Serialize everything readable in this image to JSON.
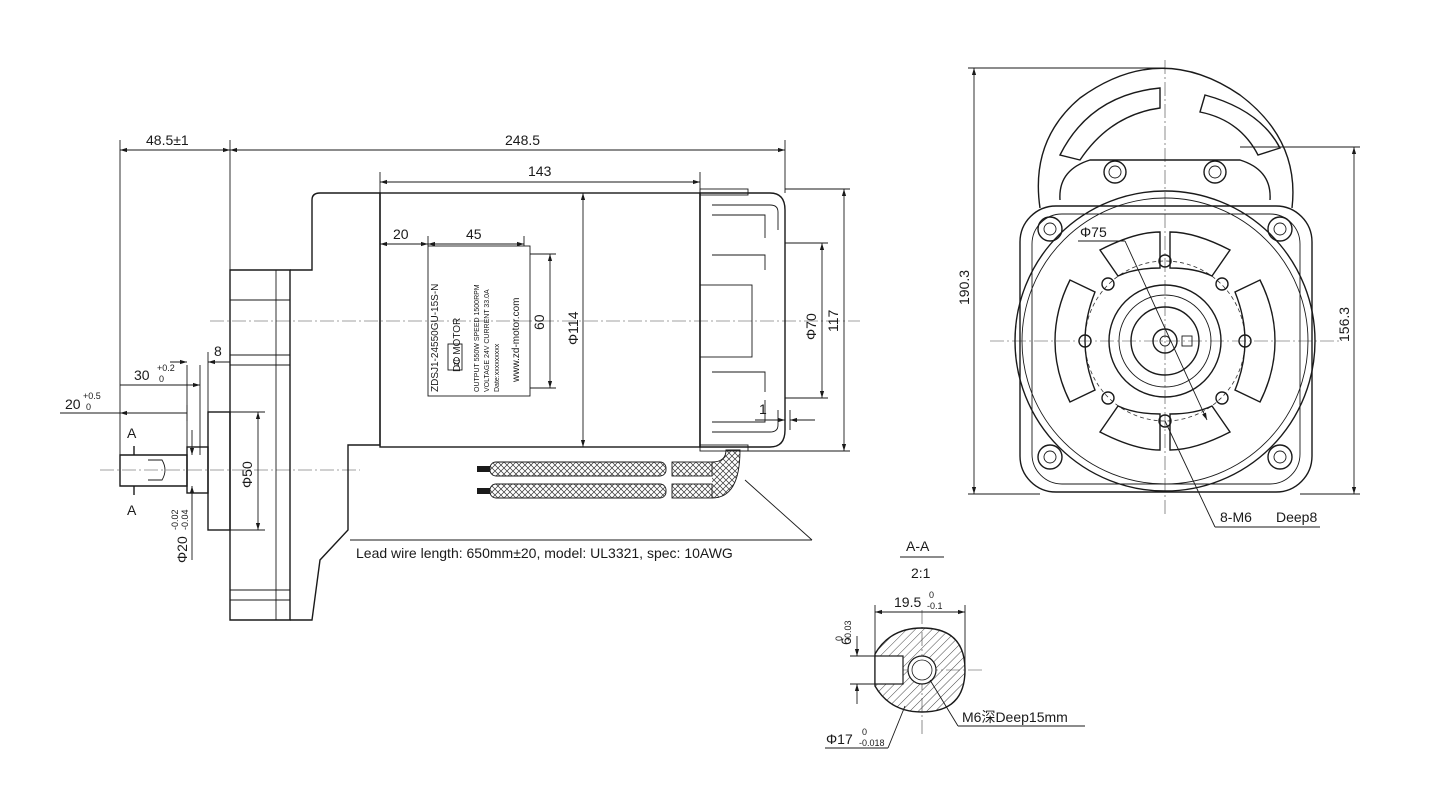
{
  "dimensions": {
    "shaft_extension": "48.5±1",
    "overall_length": "248.5",
    "motor_body_length": "143",
    "label_offset": "20",
    "label_width": "45",
    "label_height": "60",
    "motor_diameter": "Φ114",
    "endcap_diameter": "Φ70",
    "endcap_height": "117",
    "endcap_gap": "1",
    "key_length": "30",
    "key_length_tol_upper": "+0.2",
    "key_length_tol_lower": "0",
    "key_offset": "8",
    "shaft_tip": "20",
    "shaft_tip_tol_upper": "+0.5",
    "shaft_tip_tol_lower": "0",
    "hub_diameter": "Φ50",
    "shaft_diameter": "Φ20",
    "shaft_diameter_tol_upper": "-0.02",
    "shaft_diameter_tol_lower": "-0.04",
    "front_height": "190.3",
    "front_height_right": "156.3",
    "bolt_circle": "Φ75",
    "thread_note_qty": "8-M6",
    "thread_note_depth": "Deep8"
  },
  "section_labels": {
    "cut_top": "A",
    "cut_bottom": "A",
    "section_title": "A-A",
    "section_scale": "2:1"
  },
  "section_view": {
    "width": "19.5",
    "width_tol_upper": "0",
    "width_tol_lower": "-0.1",
    "key_height": "6",
    "key_height_tol_upper": "0",
    "key_height_tol_lower": "-0.03",
    "hole_note": "M6深Deep15mm",
    "shaft_diameter": "Φ17",
    "shaft_diameter_tol_upper": "0",
    "shaft_diameter_tol_lower": "-0.018"
  },
  "lead_wire_note": "Lead wire length: 650mm±20, model: UL3321, spec: 10AWG",
  "nameplate": {
    "model": "ZDSJ1-24550GU-15S-N",
    "type": "DC MOTOR",
    "line1": "OUTPUT 550W    SPEED 1500RPM",
    "line2": "VOLTAGE 24V    CURRENT 33.0A",
    "line3": "Date:xxxxxxxxx",
    "website": "www.zd-motor.com",
    "logo": "ZD"
  }
}
